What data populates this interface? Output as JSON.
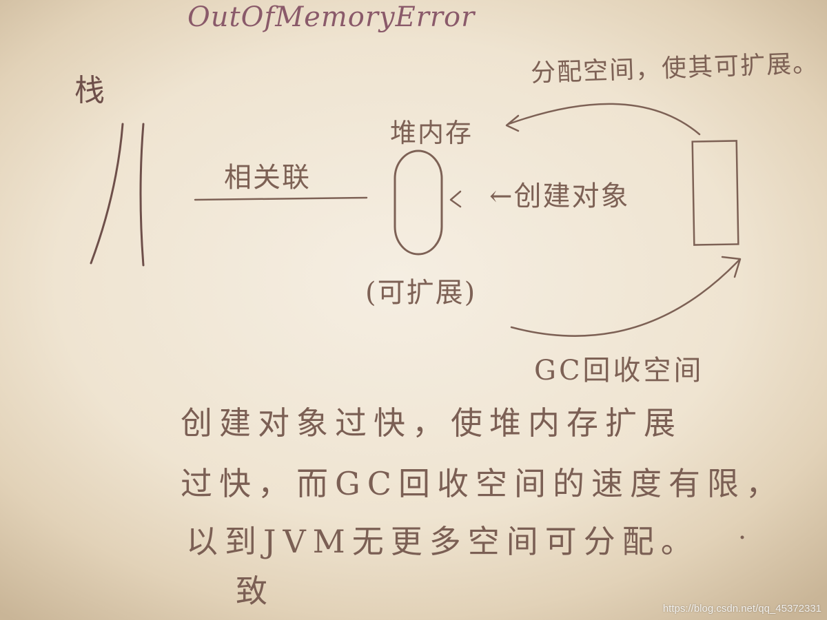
{
  "title": "OutOfMemoryError",
  "stack_label": "栈",
  "alloc_label": "分配空间，使其可扩展。",
  "heap_label": "堆内存",
  "assoc_label": "相关联",
  "create_label": "←创建对象",
  "expand_label": "(可扩展)",
  "gc_label": "GC回收空间",
  "notes": [
    "创建对象过快，使堆内存扩展",
    "过快，而GC回收空间的速度有限，",
    "以到JVM无更多空间可分配。",
    "致"
  ],
  "watermark": "https://blog.csdn.net/qq_45372331"
}
